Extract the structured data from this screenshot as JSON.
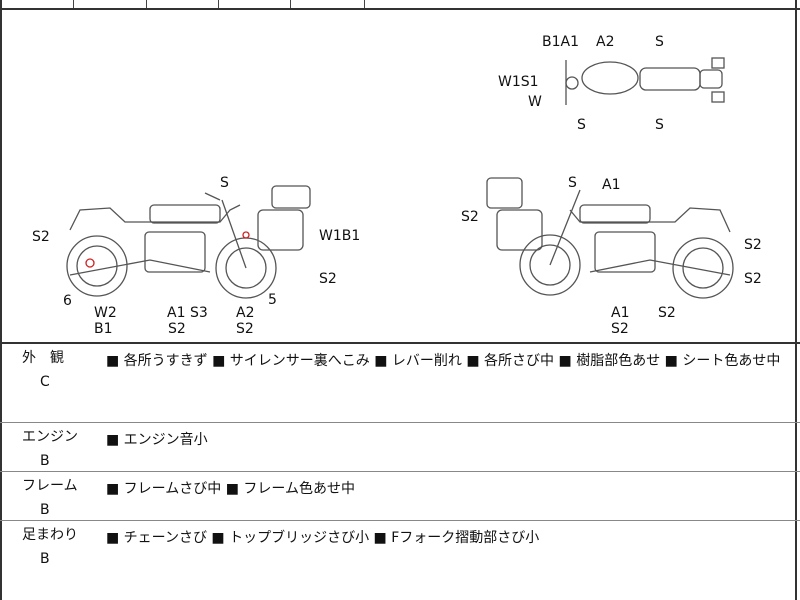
{
  "diagram": {
    "top_view": [
      "B1A1",
      "A2",
      "S",
      "W1S1",
      "W",
      "S",
      "S"
    ],
    "left_side": [
      "S",
      "S2",
      "W1B1",
      "S2",
      "6",
      "5",
      "W2",
      "B1",
      "A1",
      "S3",
      "S2",
      "A2",
      "S2"
    ],
    "right_side": [
      "S",
      "A1",
      "S2",
      "S2",
      "S2",
      "A1",
      "S2",
      "S2"
    ]
  },
  "rows": [
    {
      "name": "外　観",
      "grade": "C",
      "content": "■ 各所うすきず ■ サイレンサー裏へこみ ■ レバー削れ ■ 各所さび中 ■ 樹脂部色あせ ■ シート色あせ中"
    },
    {
      "name": "エンジン",
      "grade": "B",
      "content": "■ エンジン音小"
    },
    {
      "name": "フレーム",
      "grade": "B",
      "content": "■ フレームさび中 ■ フレーム色あせ中"
    },
    {
      "name": "足まわり",
      "grade": "B",
      "content": "■ チェーンさび ■ トップブリッジさび小 ■ Fフォーク摺動部さび小"
    }
  ]
}
